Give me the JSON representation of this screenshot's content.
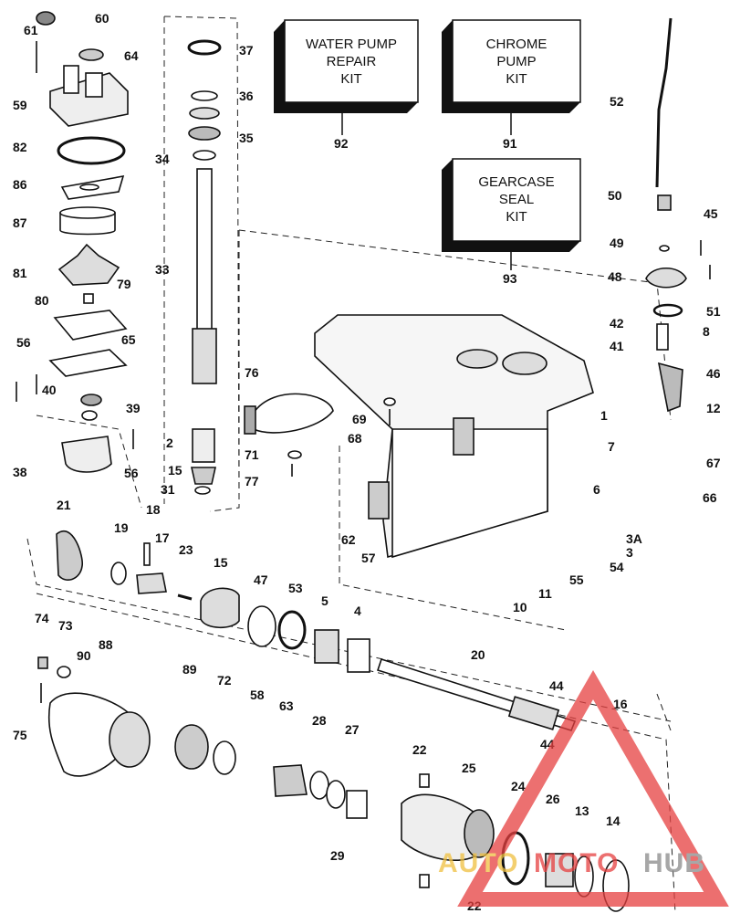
{
  "kits": [
    {
      "id": "water-pump-kit",
      "lines": [
        "WATER PUMP",
        "REPAIR",
        "KIT"
      ],
      "ref": "92"
    },
    {
      "id": "chrome-pump-kit",
      "lines": [
        "CHROME",
        "PUMP",
        "KIT"
      ],
      "ref": "91"
    },
    {
      "id": "gearcase-seal-kit",
      "lines": [
        "GEARCASE",
        "SEAL",
        "KIT"
      ],
      "ref": "93"
    }
  ],
  "callouts": [
    "60",
    "61",
    "64",
    "59",
    "82",
    "86",
    "87",
    "81",
    "80",
    "79",
    "65",
    "56",
    "40",
    "39",
    "38",
    "56",
    "21",
    "19",
    "18",
    "17",
    "23",
    "15",
    "47",
    "53",
    "5",
    "4",
    "74",
    "73",
    "75",
    "88",
    "90",
    "89",
    "72",
    "58",
    "63",
    "28",
    "27",
    "22",
    "25",
    "24",
    "26",
    "13",
    "14",
    "22",
    "29",
    "20",
    "44",
    "44",
    "16",
    "37",
    "36",
    "35",
    "34",
    "33",
    "2",
    "15",
    "31",
    "76",
    "71",
    "77",
    "69",
    "68",
    "1",
    "62",
    "57",
    "52",
    "50",
    "49",
    "45",
    "48",
    "51",
    "42",
    "41",
    "8",
    "46",
    "12",
    "7",
    "6",
    "67",
    "66",
    "3A",
    "3",
    "54",
    "55",
    "11",
    "10"
  ],
  "watermark": {
    "part1": "AUTO",
    "part2": "MOTO",
    "part3": "HUB"
  },
  "colors": {
    "watermark_red": "#e64040",
    "watermark_yellow": "#f0c040",
    "watermark_gray": "#8a8a8a"
  }
}
